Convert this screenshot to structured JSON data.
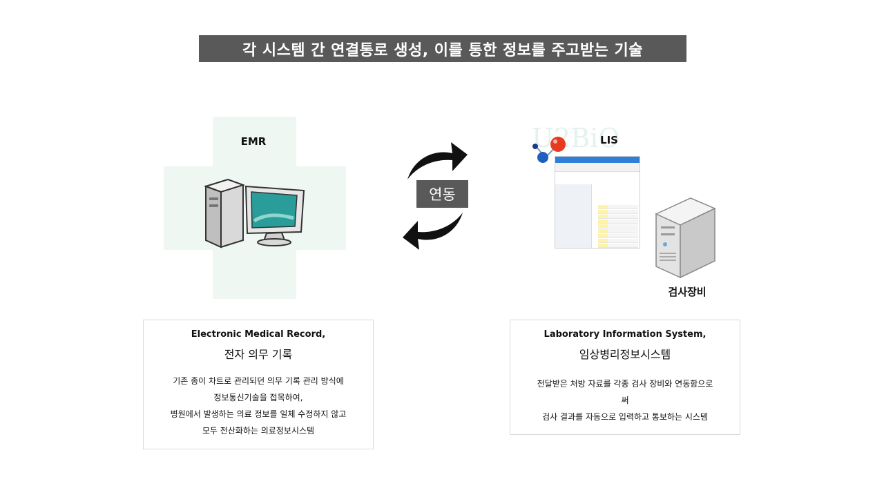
{
  "title": "각 시스템 간 연결통로 생성, 이를 통한 정보를 주고받는 기술",
  "emr": {
    "label": "EMR",
    "box_title_en": "Electronic Medical Record,",
    "box_title_ko": "전자 의무 기록",
    "desc_lines": [
      "기존 종이 차트로 관리되던 의무 기록 관리 방식에",
      "정보통신기술을 접목하여,",
      "병원에서 발생하는 의료 정보를 일체 수정하지 않고",
      "모두 전산화하는 의료정보시스템"
    ]
  },
  "link_label": "연동",
  "lis": {
    "label": "LIS",
    "equipment_label": "검사장비",
    "watermark_text": "U2BiO",
    "box_title_en": "Laboratory Information System,",
    "box_title_ko": "임상병리정보시스템",
    "desc_lines": [
      "전달받은 처방 자료를 각종 검사 장비와 연동함으로",
      "써",
      "검사 결과를 자동으로 입력하고 통보하는 시스템"
    ]
  },
  "colors": {
    "title_bg": "#595959",
    "cross_bg": "#eef7f2",
    "badge_bg": "#595959",
    "lis_accent": "#2f7fd6"
  },
  "icons": [
    "computer-icon",
    "circular-arrows-icon",
    "molecule-icon",
    "server-icon"
  ]
}
